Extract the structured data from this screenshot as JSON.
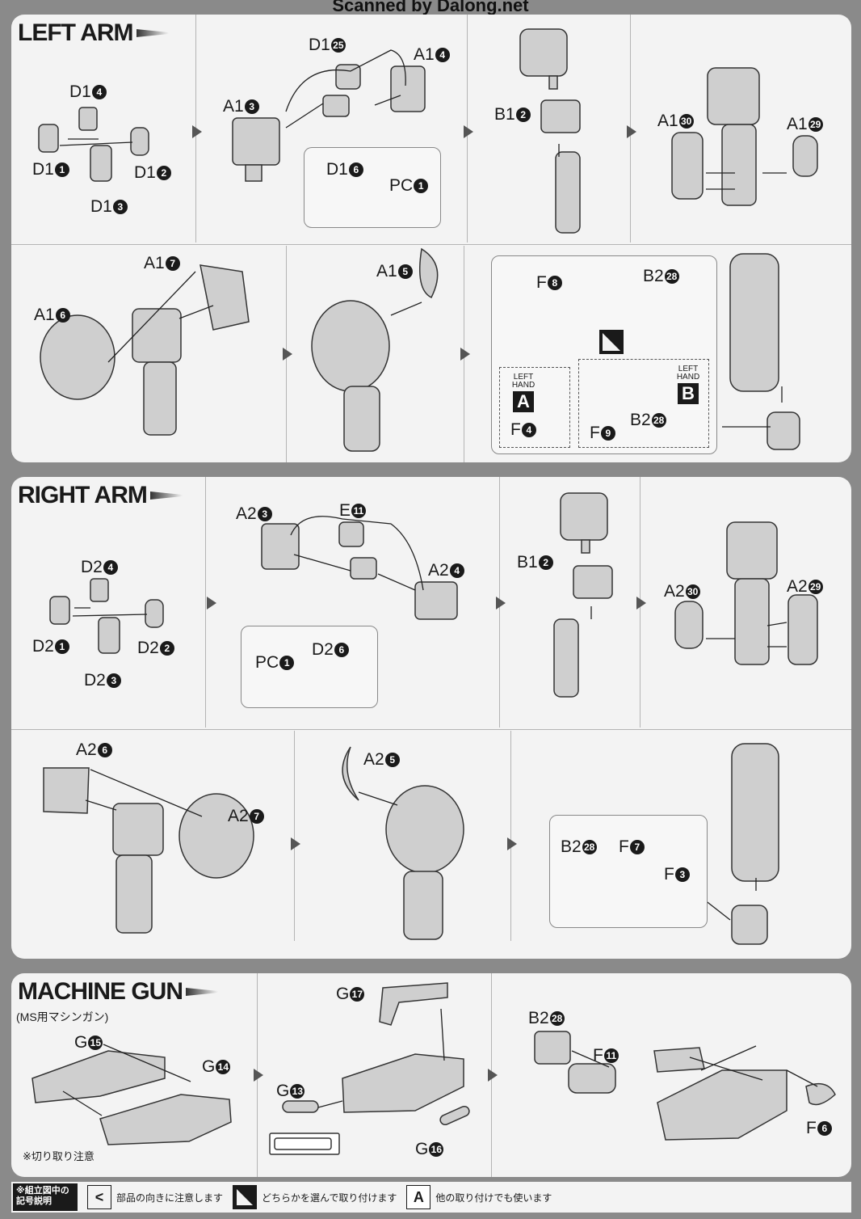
{
  "header": {
    "scanned": "Scanned by Dalong.net"
  },
  "left_arm": {
    "title": "LEFT ARM",
    "labels": {
      "d1_4": "D1",
      "d1_4n": "4",
      "d1_1": "D1",
      "d1_1n": "1",
      "d1_2": "D1",
      "d1_2n": "2",
      "d1_3": "D1",
      "d1_3n": "3",
      "d1_25": "D1",
      "d1_25n": "25",
      "a1_4": "A1",
      "a1_4n": "4",
      "a1_3": "A1",
      "a1_3n": "3",
      "d1_6": "D1",
      "d1_6n": "6",
      "pc1": "PC",
      "pc1n": "1",
      "b1_2": "B1",
      "b1_2n": "2",
      "a1_30": "A1",
      "a1_30n": "30",
      "a1_29": "A1",
      "a1_29n": "29",
      "a1_7": "A1",
      "a1_7n": "7",
      "a1_6": "A1",
      "a1_6n": "6",
      "a1_5": "A1",
      "a1_5n": "5",
      "f8": "F",
      "f8n": "8",
      "b2_28a": "B2",
      "b2_28an": "28",
      "f4": "F",
      "f4n": "4",
      "f9": "F",
      "f9n": "9",
      "b2_28b": "B2",
      "b2_28bn": "28"
    },
    "hand_a": {
      "tag": "LEFT\nHAND",
      "letter": "A"
    },
    "hand_b": {
      "tag": "LEFT\nHAND",
      "letter": "B"
    }
  },
  "right_arm": {
    "title": "RIGHT ARM",
    "labels": {
      "d2_4": "D2",
      "d2_4n": "4",
      "d2_1": "D2",
      "d2_1n": "1",
      "d2_2": "D2",
      "d2_2n": "2",
      "d2_3": "D2",
      "d2_3n": "3",
      "a2_3": "A2",
      "a2_3n": "3",
      "e11": "E",
      "e11n": "11",
      "a2_4": "A2",
      "a2_4n": "4",
      "pc1": "PC",
      "pc1n": "1",
      "d2_6": "D2",
      "d2_6n": "6",
      "b1_2": "B1",
      "b1_2n": "2",
      "a2_30": "A2",
      "a2_30n": "30",
      "a2_29": "A2",
      "a2_29n": "29",
      "a2_6": "A2",
      "a2_6n": "6",
      "a2_7": "A2",
      "a2_7n": "7",
      "a2_5": "A2",
      "a2_5n": "5",
      "b2_28": "B2",
      "b2_28n": "28",
      "f7": "F",
      "f7n": "7",
      "f3": "F",
      "f3n": "3"
    }
  },
  "machine_gun": {
    "title": "MACHINE GUN",
    "subtitle": "(MS用マシンガン)",
    "note": "※切り取り注意",
    "labels": {
      "g15": "G",
      "g15n": "15",
      "g14": "G",
      "g14n": "14",
      "g17": "G",
      "g17n": "17",
      "g13": "G",
      "g13n": "13",
      "g16": "G",
      "g16n": "16",
      "b2_28": "B2",
      "b2_28n": "28",
      "f11": "F",
      "f11n": "11",
      "f6": "F",
      "f6n": "6"
    }
  },
  "legend": {
    "head": "※組立図中の記号説明",
    "item1": "部品の向きに注意します",
    "item2": "どちらかを選んで取り付けます",
    "item3": "他の取り付けでも使います",
    "icon1": "<",
    "icon3": "A"
  }
}
